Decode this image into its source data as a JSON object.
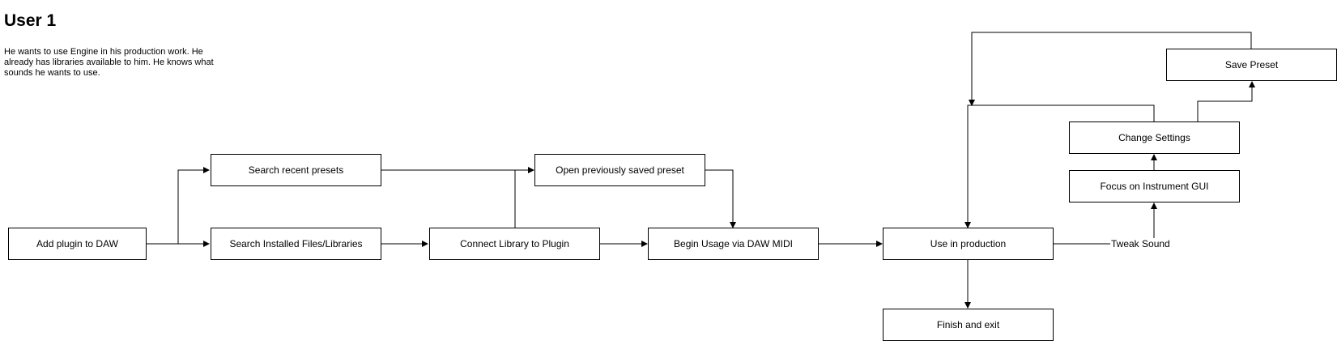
{
  "header": {
    "title": "User 1",
    "description": "He wants to use Engine in his production work.  He already has libraries available to him.  He knows what sounds he wants to use."
  },
  "nodes": {
    "add_plugin": "Add plugin to DAW",
    "search_recent": "Search recent presets",
    "search_installed": "Search Installed Files/Libraries",
    "connect_library": "Connect Library to Plugin",
    "open_saved": "Open previously saved preset",
    "begin_usage": "Begin Usage via DAW MIDI",
    "use_production": "Use in production",
    "finish_exit": "Finish and exit",
    "focus_gui": "Focus on Instrument GUI",
    "change_settings": "Change Settings",
    "save_preset": "Save Preset"
  },
  "edge_labels": {
    "tweak_sound": "Tweak Sound"
  },
  "colors": {
    "stroke": "#000000",
    "background": "#ffffff"
  }
}
